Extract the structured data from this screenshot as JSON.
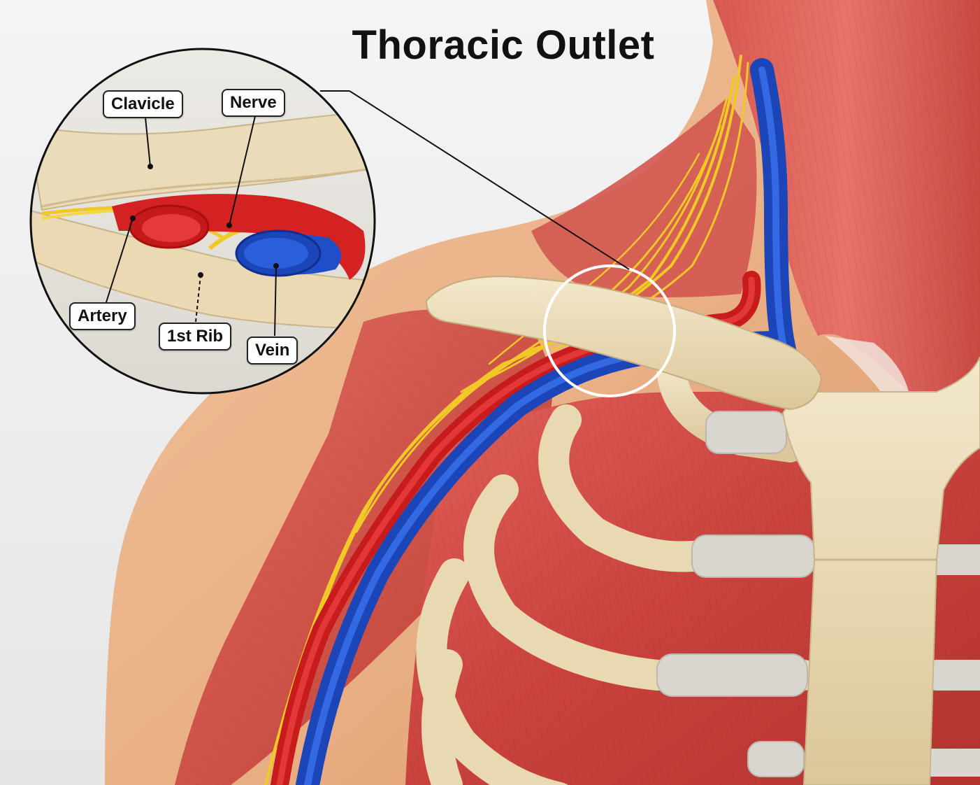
{
  "title": "Thoracic Outlet",
  "labels": {
    "clavicle": "Clavicle",
    "nerve": "Nerve",
    "artery": "Artery",
    "first_rib": "1st Rib",
    "vein": "Vein"
  },
  "colors": {
    "artery": "#d61f1f",
    "vein": "#1f4fc8",
    "nerve": "#f2cf2a",
    "bone": "#eadcb8",
    "cartilage": "#d9d6cf",
    "muscle": "#cf4d48",
    "skin": "#eab68c"
  }
}
